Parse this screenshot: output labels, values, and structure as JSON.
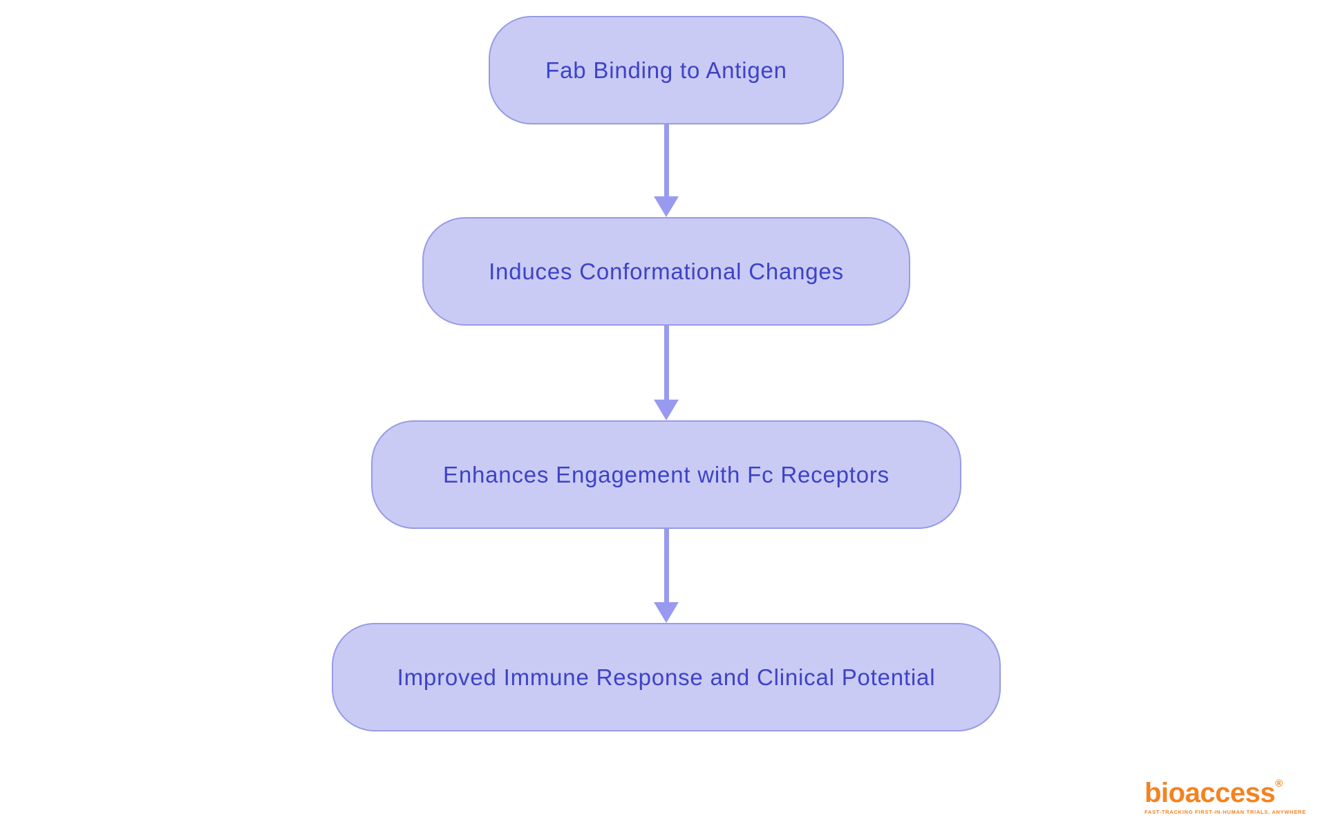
{
  "flowchart": {
    "type": "flow",
    "direction": "top-down",
    "nodes": [
      {
        "id": "n1",
        "label": "Fab Binding to Antigen"
      },
      {
        "id": "n2",
        "label": "Induces Conformational Changes"
      },
      {
        "id": "n3",
        "label": "Enhances Engagement with Fc Receptors"
      },
      {
        "id": "n4",
        "label": "Improved Immune Response and Clinical Potential"
      }
    ],
    "edges": [
      {
        "from": "n1",
        "to": "n2"
      },
      {
        "from": "n2",
        "to": "n3"
      },
      {
        "from": "n3",
        "to": "n4"
      }
    ],
    "colors": {
      "node_fill": "#c9cbf4",
      "node_border": "#979be7",
      "node_text": "#3e42c7",
      "arrow": "#989af0",
      "background": "#ffffff"
    }
  },
  "logo": {
    "wordmark": "bioaccess",
    "registered": "®",
    "tagline": "FAST-TRACKING FIRST-IN-HUMAN TRIALS, ANYWHERE",
    "color": "#f5821f"
  }
}
